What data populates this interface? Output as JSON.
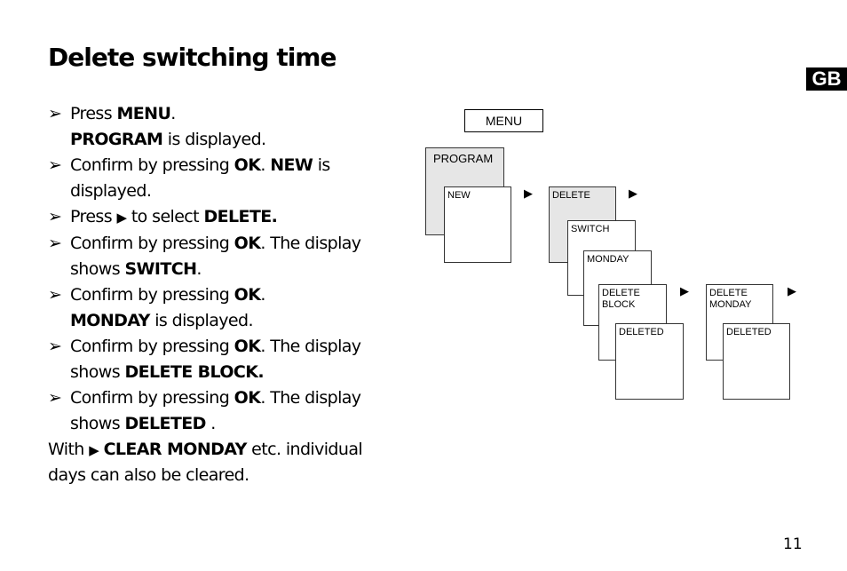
{
  "page": {
    "title": "Delete switching time",
    "lang_badge": "GB",
    "page_number": "11"
  },
  "steps": [
    {
      "parts": [
        {
          "t": "Press ",
          "b": false
        },
        {
          "t": "MENU",
          "b": true
        },
        {
          "t": ".",
          "b": false
        }
      ]
    },
    {
      "parts": [
        {
          "t": "PROGRAM",
          "b": true
        },
        {
          "t": " is displayed.",
          "b": false
        }
      ],
      "no_marker": true
    },
    {
      "parts": [
        {
          "t": "Confirm by pressing ",
          "b": false
        },
        {
          "t": "OK",
          "b": true
        },
        {
          "t": ". ",
          "b": false
        },
        {
          "t": "NEW",
          "b": true
        },
        {
          "t": " is displayed.",
          "b": false
        }
      ]
    },
    {
      "parts": [
        {
          "t": "Press ",
          "b": false
        },
        {
          "t": "▶",
          "b": false,
          "tri": true
        },
        {
          "t": " to select ",
          "b": false
        },
        {
          "t": "DELETE.",
          "b": true
        }
      ]
    },
    {
      "parts": [
        {
          "t": "Confirm by pressing ",
          "b": false
        },
        {
          "t": "OK",
          "b": true
        },
        {
          "t": ". The display shows ",
          "b": false
        },
        {
          "t": "SWITCH",
          "b": true
        },
        {
          "t": ".",
          "b": false
        }
      ]
    },
    {
      "parts": [
        {
          "t": "Confirm by pressing ",
          "b": false
        },
        {
          "t": "OK",
          "b": true
        },
        {
          "t": ".",
          "b": false
        }
      ]
    },
    {
      "parts": [
        {
          "t": "MONDAY",
          "b": true
        },
        {
          "t": " is displayed.",
          "b": false
        }
      ],
      "no_marker": true
    },
    {
      "parts": [
        {
          "t": "Confirm by pressing ",
          "b": false
        },
        {
          "t": "OK",
          "b": true
        },
        {
          "t": ". The display shows ",
          "b": false
        },
        {
          "t": "DELETE BLOCK.",
          "b": true
        }
      ]
    },
    {
      "parts": [
        {
          "t": "Confirm by pressing ",
          "b": false
        },
        {
          "t": "OK",
          "b": true
        },
        {
          "t": ". The display shows ",
          "b": false
        },
        {
          "t": "DELETED",
          "b": true
        },
        {
          "t": " .",
          "b": false
        }
      ]
    }
  ],
  "step_marker": "➢",
  "note": {
    "parts": [
      {
        "t": "With ",
        "b": false
      },
      {
        "t": "▶",
        "b": false,
        "tri": true
      },
      {
        "t": " ",
        "b": false
      },
      {
        "t": "CLEAR MONDAY",
        "b": true
      },
      {
        "t": " etc. individual days can also be cleared.",
        "b": false
      }
    ]
  },
  "diagram": {
    "menu_label": "MENU",
    "program_label": "PROGRAM",
    "new_label": "NEW",
    "delete_label": "DELETE",
    "switch_label": "SWITCH",
    "monday_label": "MONDAY",
    "delete_block_label": "DELETE\nBLOCK",
    "deleted_label_1": "DELETED",
    "delete_monday_label": "DELETE\nMONDAY",
    "deleted_label_2": "DELETED",
    "arrow_glyph": "▶",
    "arrow_icon": "triangle-right-icon"
  }
}
